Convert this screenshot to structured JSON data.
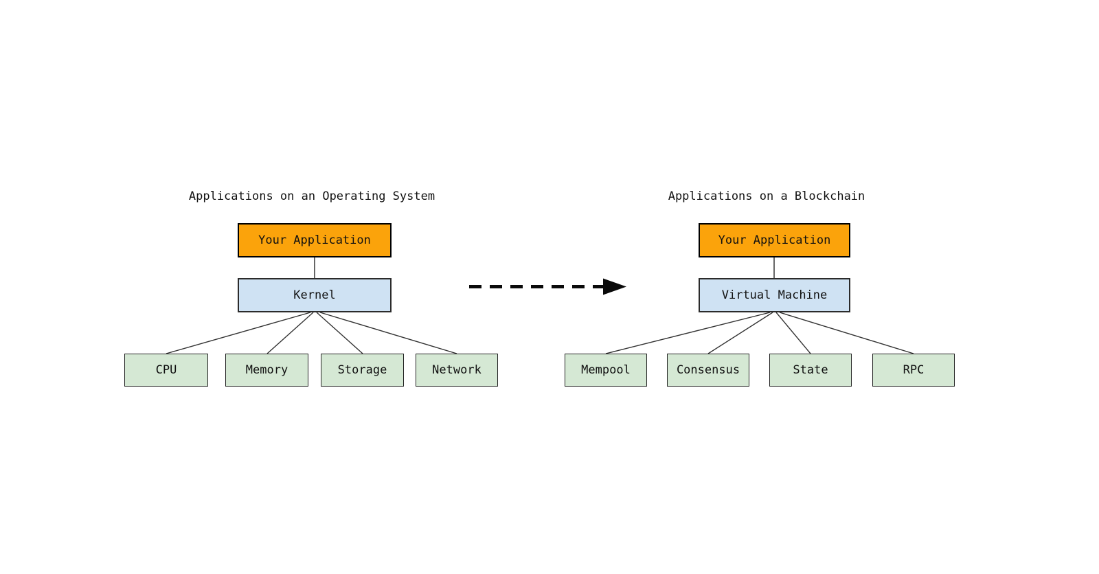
{
  "page": {
    "background": "#ffffff",
    "kind": "comparison-diagram"
  },
  "colors": {
    "application_fill": "#FBA30B",
    "middle_layer_fill": "#CFE2F3",
    "component_fill": "#D5E8D4",
    "border": "#000000",
    "line": "#333333",
    "arrow": "#0a0a0a",
    "text": "#111111"
  },
  "icons": {
    "arrow": "dashed-right-arrow-icon"
  },
  "left_diagram": {
    "title": "Applications on an Operating System",
    "app_box": "Your Application",
    "mid_box": "Kernel",
    "children": [
      "CPU",
      "Memory",
      "Storage",
      "Network"
    ]
  },
  "right_diagram": {
    "title": "Applications on a Blockchain",
    "app_box": "Your Application",
    "mid_box": "Virtual Machine",
    "children": [
      "Mempool",
      "Consensus",
      "State",
      "RPC"
    ]
  }
}
